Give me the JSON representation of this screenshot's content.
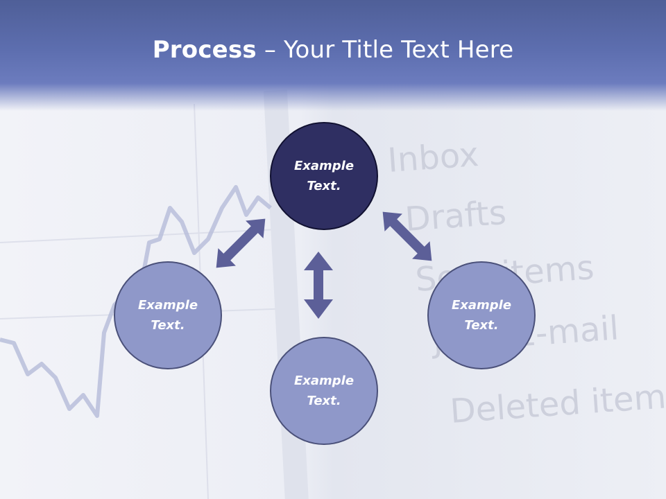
{
  "slide": {
    "title_bold": "Process",
    "title_rest": " – Your Title Text Here"
  },
  "background": {
    "menu_items": [
      "Inbox",
      "Drafts",
      "Sent items",
      "Junk E-mail",
      "Deleted items"
    ]
  },
  "diagram": {
    "nodes": [
      {
        "label": "Example\nText.",
        "style": "dark"
      },
      {
        "label": "Example\nText.",
        "style": "light"
      },
      {
        "label": "Example\nText.",
        "style": "light"
      },
      {
        "label": "Example\nText.",
        "style": "light"
      }
    ]
  },
  "colors": {
    "title_band": "#5d6eaf",
    "center_node": "#2f2f62",
    "outer_node": "#8f98c9",
    "arrow": "#5c5f98"
  }
}
